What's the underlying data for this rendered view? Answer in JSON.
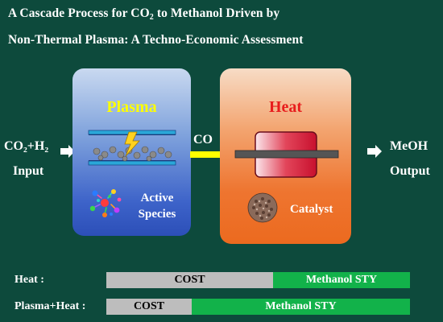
{
  "title": {
    "line1_pre": "A Cascade Process for CO",
    "line1_sub": "2",
    "line1_post": " to Methanol Driven by",
    "line2": "Non-Thermal Plasma: A Techno-Economic Assessment"
  },
  "input": {
    "formula": "CO₂+H₂",
    "label": "Input"
  },
  "output": {
    "formula": "MeOH",
    "label": "Output"
  },
  "intermediate": "CO",
  "plasma": {
    "title": "Plasma",
    "caption_line1": "Active",
    "caption_line2": "Species"
  },
  "heat": {
    "title": "Heat",
    "caption": "Catalyst"
  },
  "comparison": {
    "heat_row": {
      "label": "Heat :",
      "cost_label": "COST",
      "sty_label": "Methanol  STY",
      "cost_fraction": 0.55
    },
    "plasma_heat_row": {
      "label": "Plasma+Heat :",
      "cost_label": "COST",
      "sty_label": "Methanol  STY",
      "cost_fraction": 0.28
    }
  },
  "colors": {
    "background": "#0d4a3c",
    "cost_bar": "#bdbdbd",
    "sty_bar": "#12b24a",
    "plasma_title": "#ffff00",
    "heat_title": "#e81d1d",
    "arrow_co": "#ffff00"
  }
}
